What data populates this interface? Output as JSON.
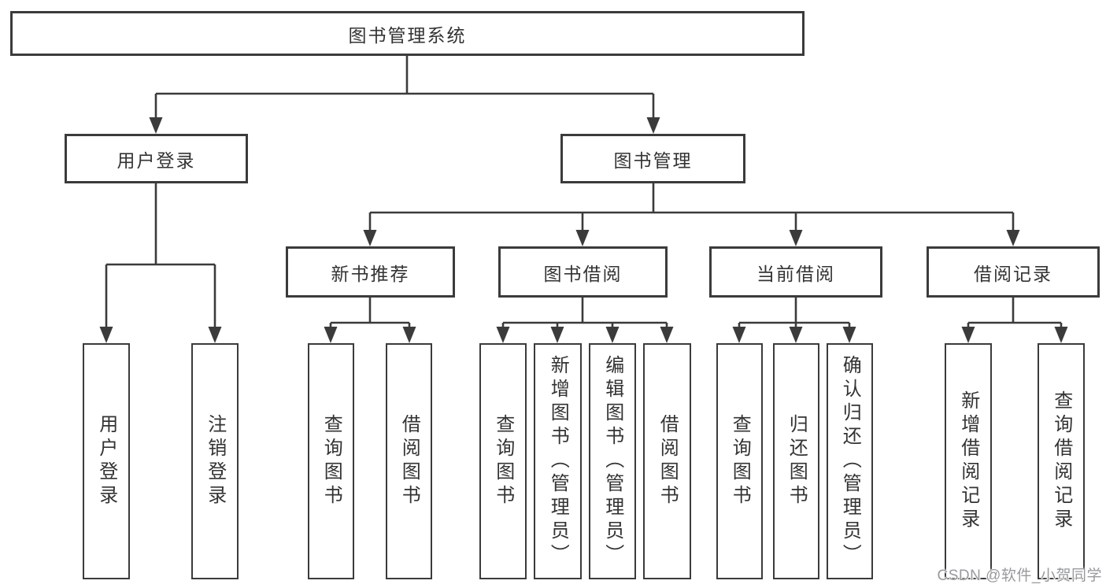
{
  "diagram": {
    "title": "图书管理系统",
    "watermark": "CSDN @软件_小贺同学",
    "colors": {
      "line": "#3b3b3b",
      "border": "#3b3b3b",
      "text": "#333333",
      "background": "#ffffff",
      "watermark": "#97999d"
    },
    "branches": [
      {
        "label": "用户登录",
        "children": [
          {
            "label": "用户登录"
          },
          {
            "label": "注销登录"
          }
        ]
      },
      {
        "label": "图书管理",
        "children": [
          {
            "label": "新书推荐",
            "children": [
              {
                "label": "查询图书"
              },
              {
                "label": "借阅图书"
              }
            ]
          },
          {
            "label": "图书借阅",
            "children": [
              {
                "label": "查询图书"
              },
              {
                "label": "新增图书（管理员）"
              },
              {
                "label": "编辑图书（管理员）"
              },
              {
                "label": "借阅图书"
              }
            ]
          },
          {
            "label": "当前借阅",
            "children": [
              {
                "label": "查询图书"
              },
              {
                "label": "归还图书"
              },
              {
                "label": "确认归还（管理员）"
              }
            ]
          },
          {
            "label": "借阅记录",
            "children": [
              {
                "label": "新增借阅记录"
              },
              {
                "label": "查询借阅记录"
              }
            ]
          }
        ]
      }
    ]
  }
}
